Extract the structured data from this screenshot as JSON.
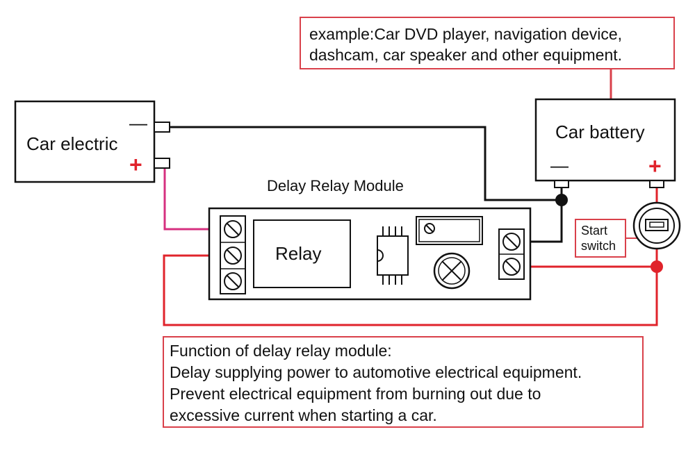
{
  "car_electric": {
    "label": "Car electric",
    "minus": "—",
    "plus": "+"
  },
  "car_battery": {
    "label": "Car battery",
    "minus": "—",
    "plus": "+"
  },
  "module": {
    "title": "Delay Relay Module",
    "relay_label": "Relay"
  },
  "start_switch": {
    "line1": "Start",
    "line2": "switch"
  },
  "note_top": {
    "line1": "example:Car DVD player, navigation device,",
    "line2": "dashcam, car speaker and other equipment."
  },
  "note_bottom": {
    "line1": "Function of delay relay module:",
    "line2": "Delay supplying power to automotive electrical equipment.",
    "line3": "Prevent electrical equipment from burning out due to",
    "line4": "excessive current when starting a car."
  },
  "colors": {
    "red": "#e0232b",
    "pink": "#d6307f",
    "black": "#111111",
    "note_border": "#d9404a"
  }
}
